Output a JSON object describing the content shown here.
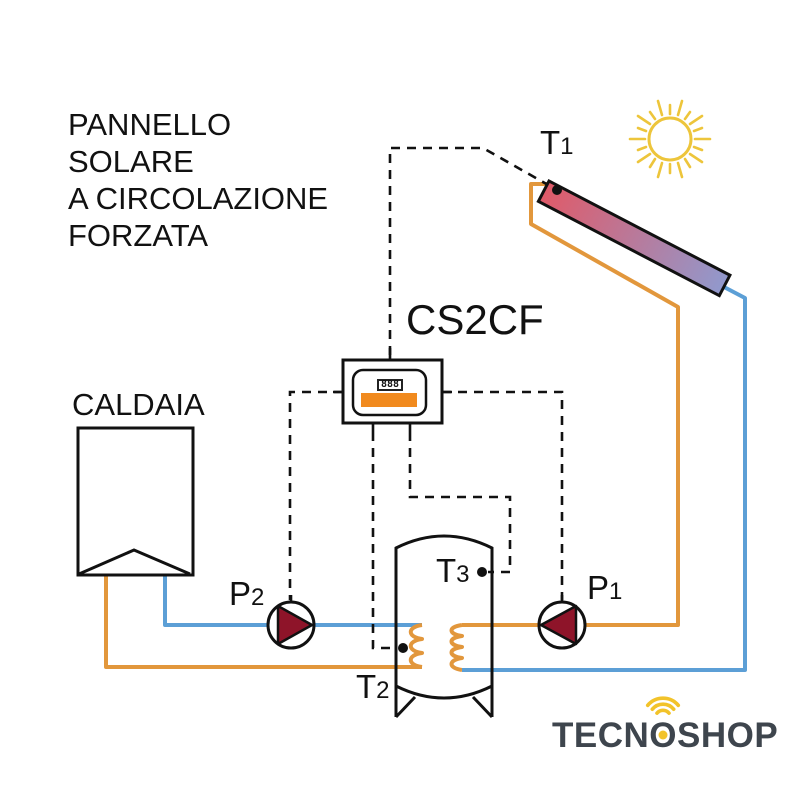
{
  "title": {
    "lines": [
      "PANNELLO",
      "SOLARE",
      "A CIRCOLAZIONE",
      "FORZATA"
    ]
  },
  "boiler": {
    "label": "CALDAIA"
  },
  "controller": {
    "model": "CS2CF",
    "display": "888"
  },
  "sensors": {
    "t1": {
      "main": "T",
      "sub": "1"
    },
    "t2": {
      "main": "T",
      "sub": "2"
    },
    "t3": {
      "main": "T",
      "sub": "3"
    }
  },
  "pumps": {
    "p1": {
      "main": "P",
      "sub": "1"
    },
    "p2": {
      "main": "P",
      "sub": "2"
    }
  },
  "logo": {
    "prefix": "TECN",
    "o": "O",
    "suffix": "SHOP"
  },
  "colors": {
    "pipe_hot": "#E2973C",
    "pipe_cold": "#5C9FD6",
    "pump_rotor": "#8E1429",
    "sun": "#EDC53B",
    "panel_hot": "#E05A68",
    "panel_cold": "#9199CD",
    "display_bar": "#F18A1E",
    "logo_text": "#3E454D",
    "logo_accent": "#F2C32A",
    "line": "#111111"
  }
}
